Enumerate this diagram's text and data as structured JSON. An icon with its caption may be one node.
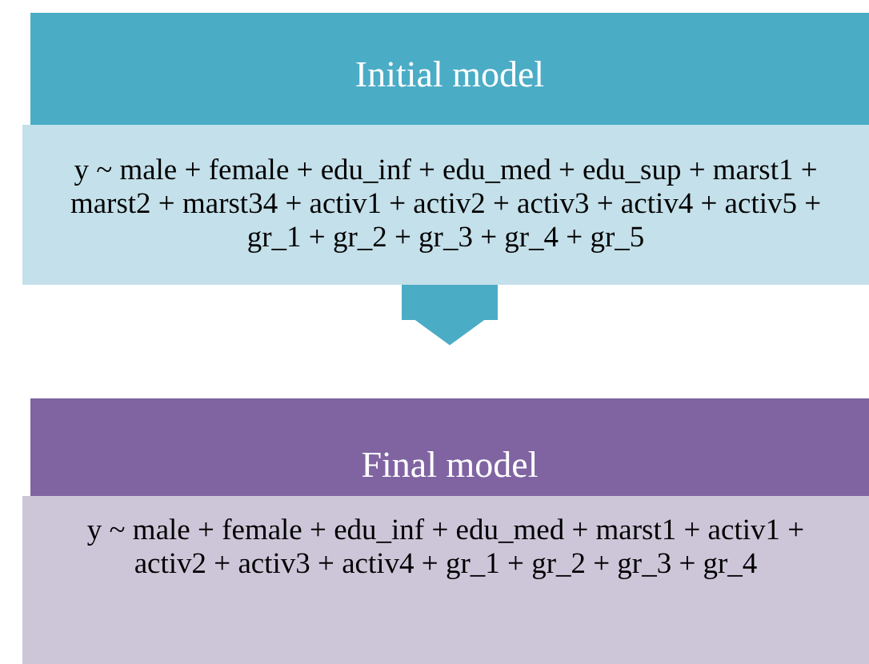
{
  "diagram": {
    "nodes": [
      {
        "text": [
          "Initial model"
        ]
      },
      {
        "text": [
          "y ~ male + female + edu_inf + edu_med + edu_sup + marst1 + marst2 + marst34 + activ1 + activ2 + activ3 + activ4 + activ5 + gr_1 + gr_2 + gr_3 + gr_4 + gr_5"
        ]
      },
      {
        "text": [
          "Final model"
        ]
      },
      {
        "text": [
          "y ~ male + female + edu_inf + edu_med + marst1 + activ1 + activ2 + activ3 + activ4 + gr_1 + gr_2 + gr_3 + gr_4"
        ]
      }
    ],
    "edges": [
      {
        "from": 1,
        "to": 2,
        "arrow": "to"
      }
    ]
  }
}
